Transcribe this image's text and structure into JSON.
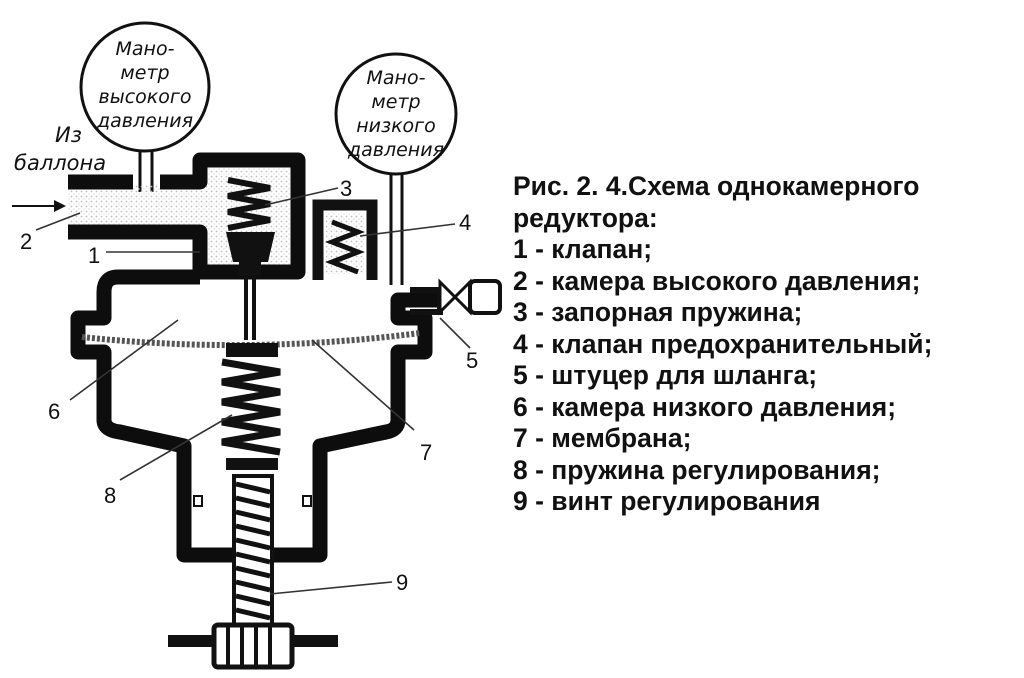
{
  "gauges": {
    "high": {
      "lines": [
        "Мано-",
        "метр",
        "высокого",
        "давления"
      ]
    },
    "low": {
      "lines": [
        "Мано-",
        "метр",
        "низкого",
        "давления"
      ]
    }
  },
  "inlet": {
    "lines": [
      "Из",
      "баллона"
    ]
  },
  "labels": {
    "n1": "1",
    "n2": "2",
    "n3": "3",
    "n4": "4",
    "n5": "5",
    "n6": "6",
    "n7": "7",
    "n8": "8",
    "n9": "9"
  },
  "caption": {
    "title_1": "Рис. 2. 4.Схема однокамерного",
    "title_2": "редуктора:",
    "items": [
      "1 - клапан;",
      "2 - камера высокого давления;",
      "3 - запорная пружина;",
      "4 - клапан предохранительный;",
      "5 - штуцер для шланга;",
      "6 - камера низкого давления;",
      "7 - мембрана;",
      "8 - пружина регулирования;",
      "9 - винт регулирования"
    ]
  },
  "colors": {
    "ink": "#0d0d0d",
    "gas_dots": "#cfcfcf",
    "background": "#ffffff"
  }
}
